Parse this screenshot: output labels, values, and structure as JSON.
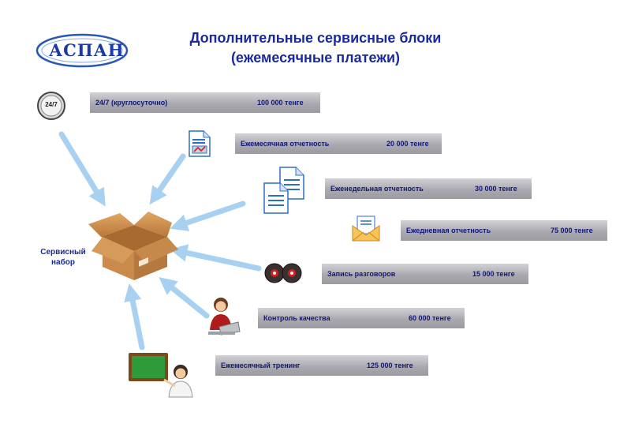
{
  "logo": {
    "text": "АСПАН"
  },
  "title": {
    "line1": "Дополнительные сервисные блоки",
    "line2": "(ежемесячные платежи)"
  },
  "service_set": {
    "line1": "Сервисный",
    "line2": "набор"
  },
  "clock_badge": "24/7",
  "services": [
    {
      "name": "24/7 (круглосуточно)",
      "price": "100 000 тенге",
      "icon": "clock-24-7-icon"
    },
    {
      "name": "Ежемесячная отчетность",
      "price": "20 000 тенге",
      "icon": "report-document-icon"
    },
    {
      "name": "Еженедельная отчетность",
      "price": "30 000 тенге",
      "icon": "documents-icon"
    },
    {
      "name": "Ежедневная отчетность",
      "price": "75 000 тенге",
      "icon": "envelope-letter-icon"
    },
    {
      "name": "Запись разговоров",
      "price": "15 000 тенге",
      "icon": "tape-reels-icon"
    },
    {
      "name": "Контроль качества",
      "price": "60 000 тенге",
      "icon": "operator-laptop-icon"
    },
    {
      "name": "Ежемесячный тренинг",
      "price": "125 000 тенге",
      "icon": "trainer-chalkboard-icon"
    }
  ],
  "colors": {
    "title": "#1a2a9e",
    "bar": "#a9a9af",
    "arrow": "#a8d0f0",
    "box": "#c98a4b"
  }
}
